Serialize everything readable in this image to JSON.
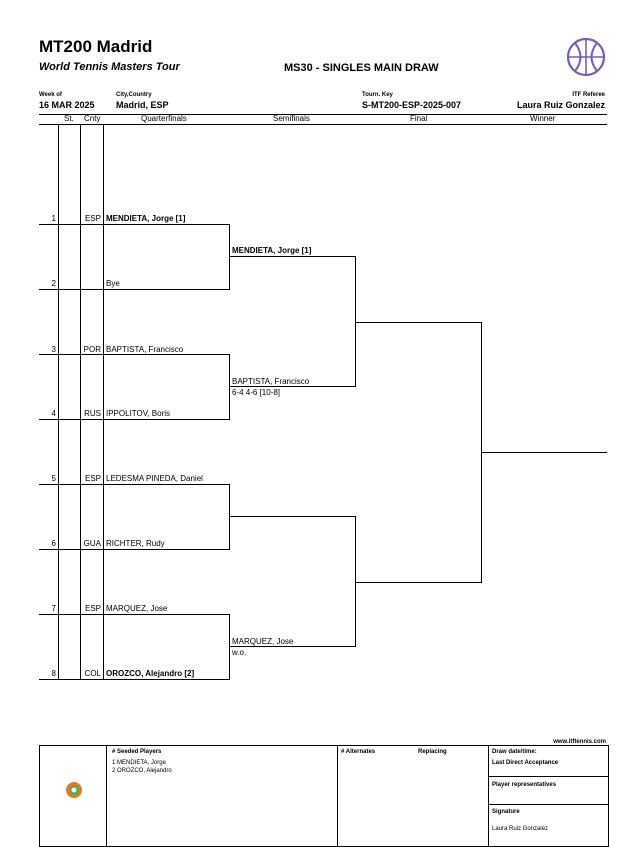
{
  "tournament": {
    "name": "MT200 Madrid",
    "tour": "World Tennis Masters Tour",
    "draw_title": "MS30 - SINGLES MAIN DRAW"
  },
  "info": {
    "week_label": "Week of",
    "week_value": "16 MAR 2025",
    "city_label": "City,Country",
    "city_value": "Madrid, ESP",
    "key_label": "Tourn. Key",
    "key_value": "S-MT200-ESP-2025-007",
    "referee_label": "ITF Referee",
    "referee_value": "Laura Ruiz Gonzalez"
  },
  "columns": {
    "st": "St.",
    "cnty": "Cnty",
    "qf": "Quarterfinals",
    "sf": "Semifinals",
    "final": "Final",
    "winner": "Winner"
  },
  "players": [
    {
      "pos": "1",
      "cnty": "ESP",
      "name": "MENDIETA, Jorge [1]",
      "seed": true
    },
    {
      "pos": "2",
      "cnty": "",
      "name": "Bye",
      "seed": false
    },
    {
      "pos": "3",
      "cnty": "POR",
      "name": "BAPTISTA, Francisco",
      "seed": false
    },
    {
      "pos": "4",
      "cnty": "RUS",
      "name": "IPPOLITOV, Boris",
      "seed": false
    },
    {
      "pos": "5",
      "cnty": "ESP",
      "name": "LEDESMA PINEDA, Daniel",
      "seed": false
    },
    {
      "pos": "6",
      "cnty": "GUA",
      "name": "RICHTER, Rudy",
      "seed": false
    },
    {
      "pos": "7",
      "cnty": "ESP",
      "name": "MARQUEZ, Jose",
      "seed": false
    },
    {
      "pos": "8",
      "cnty": "COL",
      "name": "OROZCO, Alejandro [2]",
      "seed": true
    }
  ],
  "semifinalists": [
    {
      "name": "MENDIETA, Jorge [1]",
      "score": "",
      "seed": true
    },
    {
      "name": "BAPTISTA, Francisco",
      "score": "6-4 4-6 [10-8]",
      "seed": false
    },
    {
      "name": "",
      "score": "",
      "seed": false
    },
    {
      "name": "MARQUEZ, Jose",
      "score": "w.o.",
      "seed": false
    }
  ],
  "footer": {
    "website": "www.itftennis.com",
    "seeded_header": "#  Seeded Players",
    "seeded": [
      "1   MENDIETA, Jorge",
      "2   OROZCO, Alejandro"
    ],
    "alternates_header": "# Alternates",
    "replacing_header": "Replacing",
    "draw_date_label": "Draw date/time:",
    "last_direct_label": "Last Direct Acceptance",
    "player_reps_label": "Player representatives",
    "signature_label": "Signature",
    "signature_name": "Laura Ruiz Gonzalez"
  },
  "colors": {
    "logo_purple": "#7b5bb5",
    "itf_orange": "#e87722",
    "itf_green": "#4caf50"
  },
  "icons": {
    "tour_logo": "tennis-ball-icon",
    "itf_logo": "itf-logo-icon"
  }
}
